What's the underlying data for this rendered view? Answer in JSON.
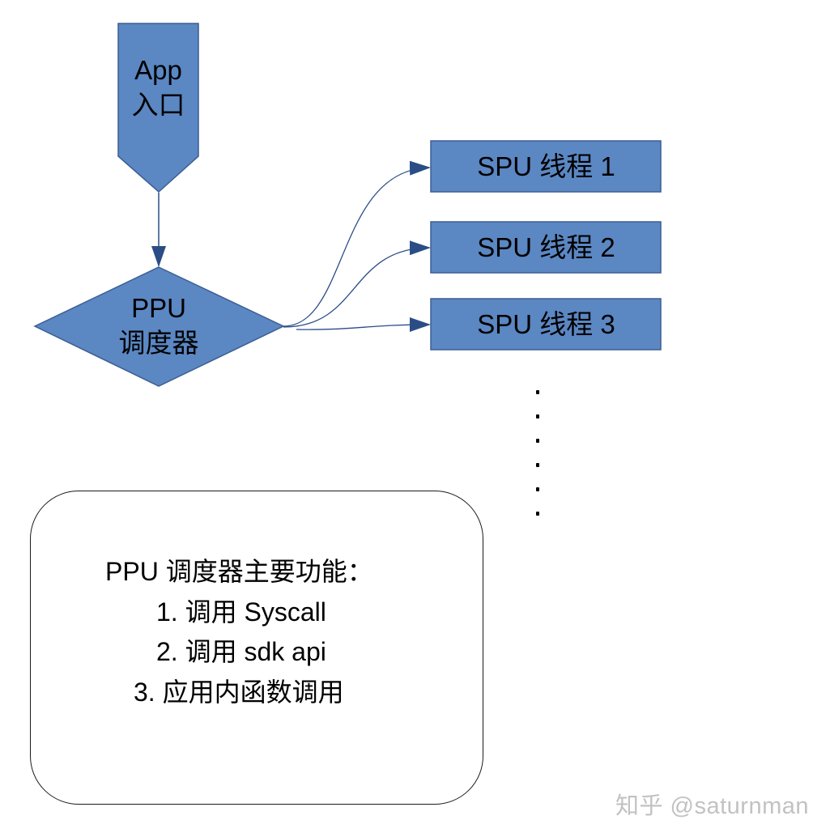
{
  "app_entry": {
    "line1": "App",
    "line2": "入口"
  },
  "scheduler": {
    "line1": "PPU",
    "line2": "调度器"
  },
  "spu_threads": [
    "SPU 线程 1",
    "SPU 线程 2",
    "SPU 线程 3"
  ],
  "ellipsis": "·······",
  "features": {
    "title": "PPU 调度器主要功能：",
    "items": [
      "1.  调用 Syscall",
      "2.  调用 sdk api",
      "3.  应用内函数调用"
    ]
  },
  "watermark": "知乎 @saturnman",
  "colors": {
    "fill": "#5b87c3",
    "stroke": "#3c5f93",
    "arrow": "#2b4d86"
  }
}
